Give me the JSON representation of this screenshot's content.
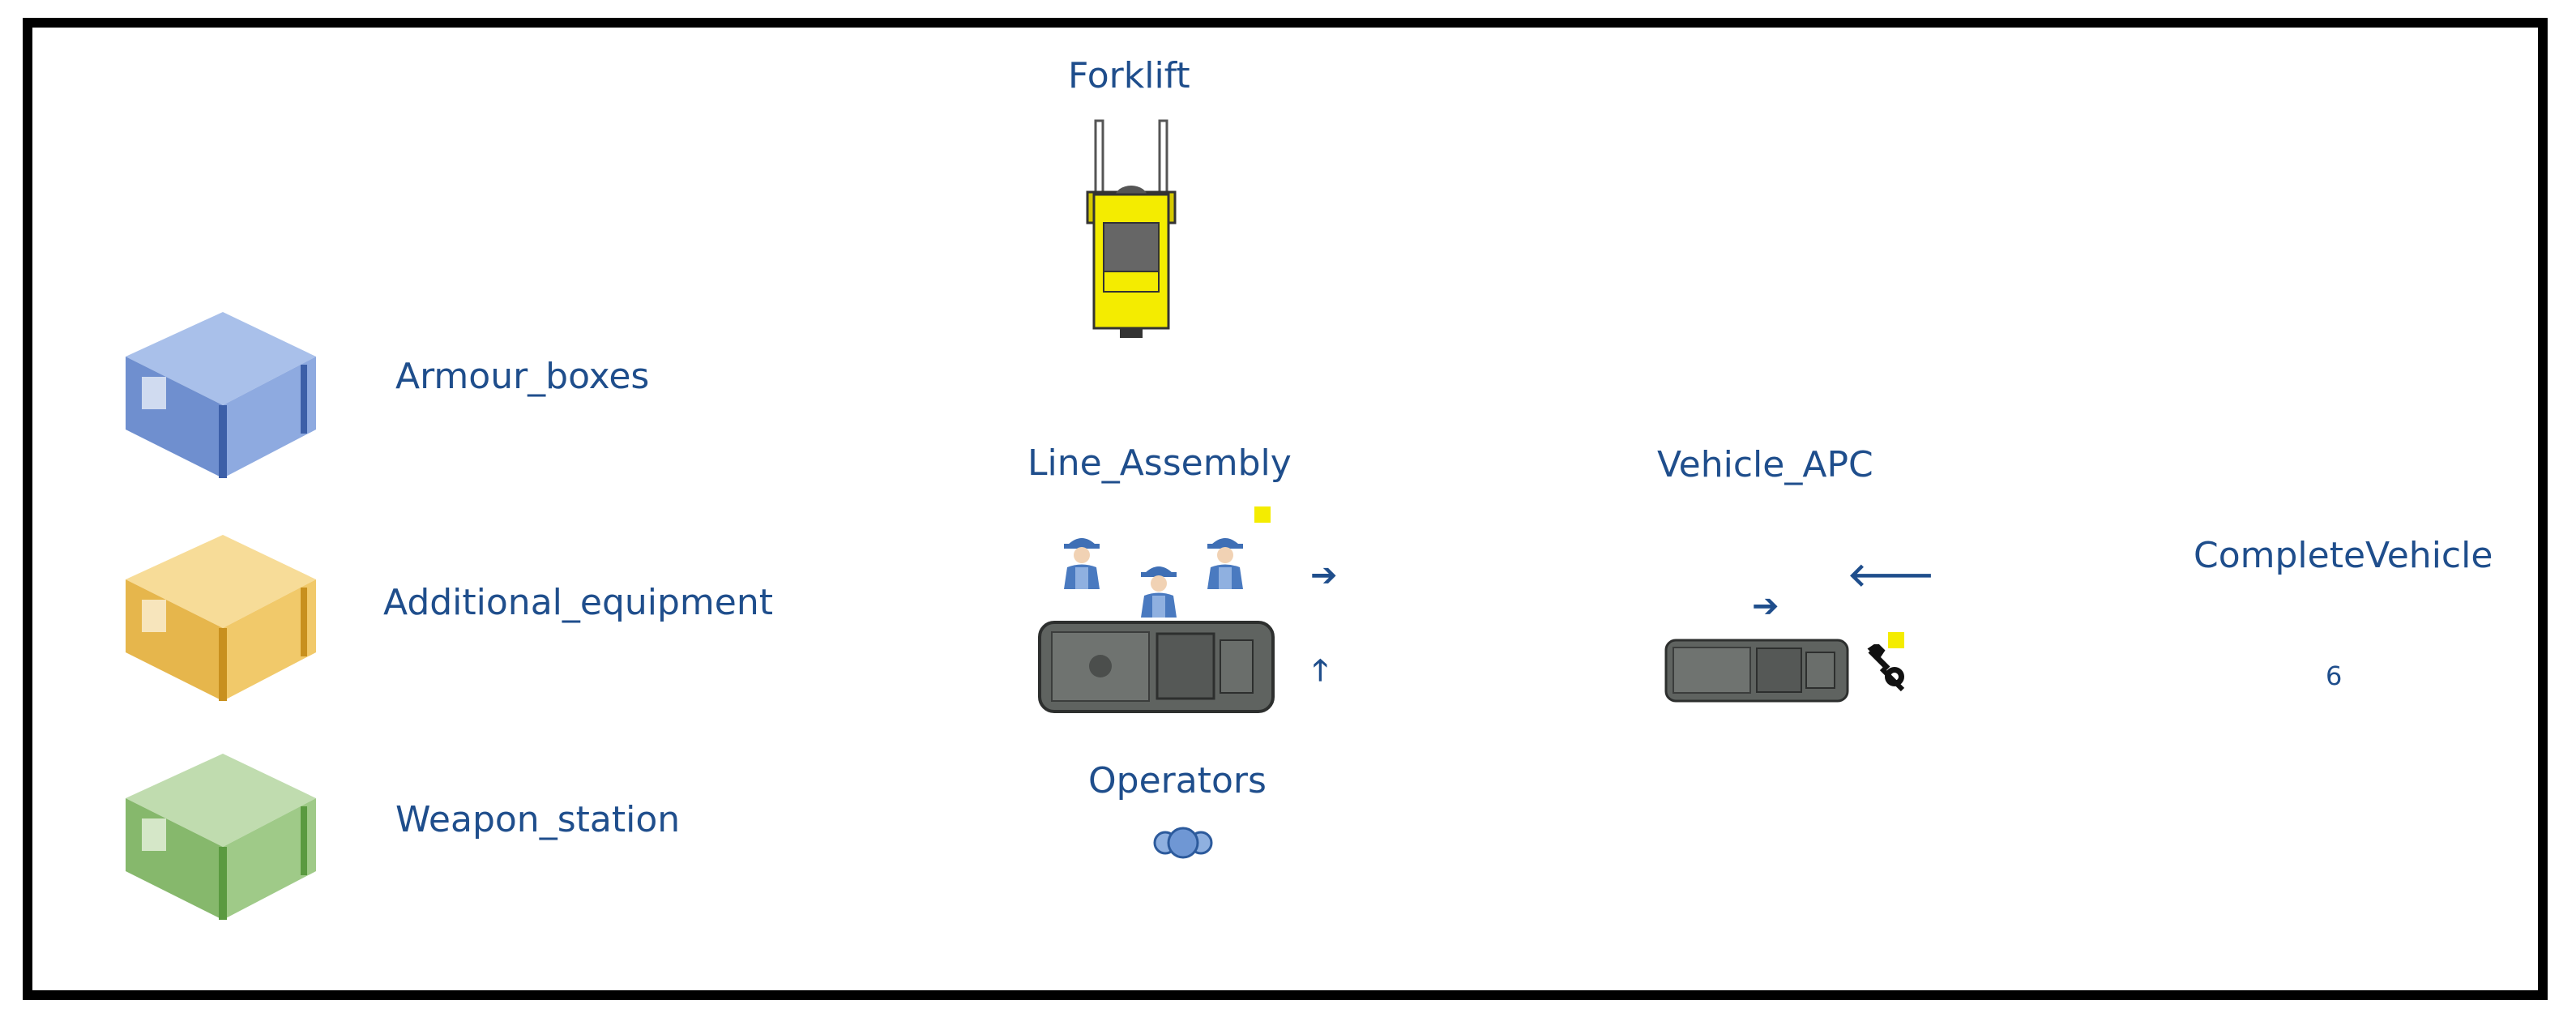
{
  "labels": {
    "forklift": "Forklift",
    "armour_boxes": "Armour_boxes",
    "additional_equipment": "Additional_equipment",
    "weapon_station": "Weapon_station",
    "line_assembly": "Line_Assembly",
    "vehicle_apc": "Vehicle_APC",
    "operators": "Operators",
    "complete_vehicle": "CompleteVehicle",
    "complete_vehicle_count": "6"
  },
  "colors": {
    "label_text": "#1f4e8c",
    "armour_box": "#7f9fd6",
    "equipment_box": "#f1c96a",
    "weapon_box": "#9fca88",
    "forklift_body": "#f4ec00",
    "status_flag": "#f4ec00",
    "vehicle_body": "#5f6360"
  },
  "icons": {
    "arrows": [
      "arrow-right",
      "arrow-up",
      "arrow-right",
      "arrow-left"
    ]
  }
}
